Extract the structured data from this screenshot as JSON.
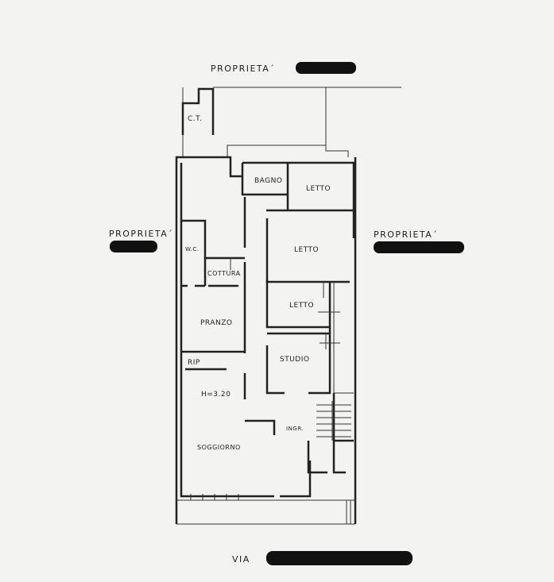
{
  "plan": {
    "neighbor_top": "PROPRIETA´",
    "neighbor_left": "PROPRIETA´",
    "neighbor_right": "PROPRIETA´",
    "street": "VIA",
    "ceiling_height": "H=3.20",
    "rooms": {
      "ct": "C.T.",
      "bagno": "BAGNO",
      "letto1": "LETTO",
      "letto2": "LETTO",
      "wc": "W.C.",
      "cottura": "COTTURA",
      "letto3": "LETTO",
      "pranzo": "PRANZO",
      "studio": "STUDIO",
      "rip": "RIP",
      "ingr": "INGR.",
      "soggiorno": "SOGGIORNO"
    }
  }
}
